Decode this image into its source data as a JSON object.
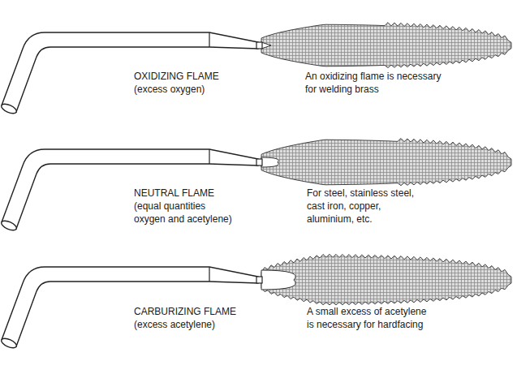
{
  "diagram": {
    "labels": [
      "OXIDIZING FLAME (excess oxygen)",
      "An oxidizing flame is necessary for welding brass",
      "NEUTRAL FLAME (equal quantities oxygen and acetylene)",
      "For steel, stainless steel, cast iron, copper, aluminium, etc.",
      "CARBURIZING FLAME (excess acetylene)",
      "A small excess of acetylene is necessary for hardfacing"
    ]
  }
}
